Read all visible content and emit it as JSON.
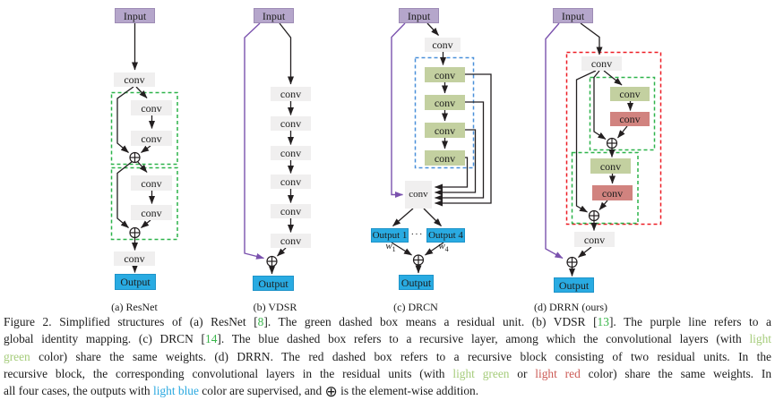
{
  "colors": {
    "input_fill": "#b5a6cb",
    "conv_fill": "#f0efef",
    "green_fill": "#c3d0a0",
    "red_fill": "#d1837f",
    "output_fill": "#29abe2",
    "purple_line": "#7b52ae",
    "green_dash": "#2db34a",
    "blue_dash": "#4a90d9",
    "red_dash": "#ed1c24",
    "ref_green": "#39b54a",
    "light_green_text": "#a5cc7a",
    "light_red_text": "#cc5a55",
    "light_blue_text": "#29a8e0"
  },
  "labels": {
    "input": "Input",
    "conv": "conv",
    "output": "Output",
    "output1": "Output 1",
    "output4": "Output 4",
    "dots": "···",
    "w": "w",
    "w1_sub": "1",
    "w4_sub": "4"
  },
  "panels": [
    {
      "caption": "(a) ResNet"
    },
    {
      "caption": "(b) VDSR"
    },
    {
      "caption": "(c) DRCN"
    },
    {
      "caption": "(d) DRRN (ours)"
    }
  ],
  "caption": {
    "lines": [
      {
        "s0": "Figure 2. Simplified structures of (a) ResNet [",
        "ref1": "8",
        "s1": "]. The green dashed box means a residual unit. (b) VDSR [",
        "ref2": "13",
        "s2": "]. The purple line refers to a"
      },
      {
        "s0": "global identity mapping. (c) DRCN [",
        "ref1": "14",
        "s1": "]. The blue dashed box refers to a recursive layer, among which the convolutional layers (with ",
        "hl1": "light"
      },
      {
        "hl0": "green",
        "s0": " color) share the same weights. (d) DRRN. The red dashed box refers to a recursive block consisting of two residual units. In the"
      },
      {
        "s0": "recursive block, the corresponding convolutional layers in the residual units (with ",
        "hl1": "light green",
        "s1": " or ",
        "hl2": "light red",
        "s2": " color) share the same weights. In"
      },
      {
        "s0": "all four cases, the outputs with ",
        "hl1": "light blue",
        "s1": " color are supervised, and ",
        "oplus": "⊕",
        "s2": " is the element-wise addition."
      }
    ]
  }
}
